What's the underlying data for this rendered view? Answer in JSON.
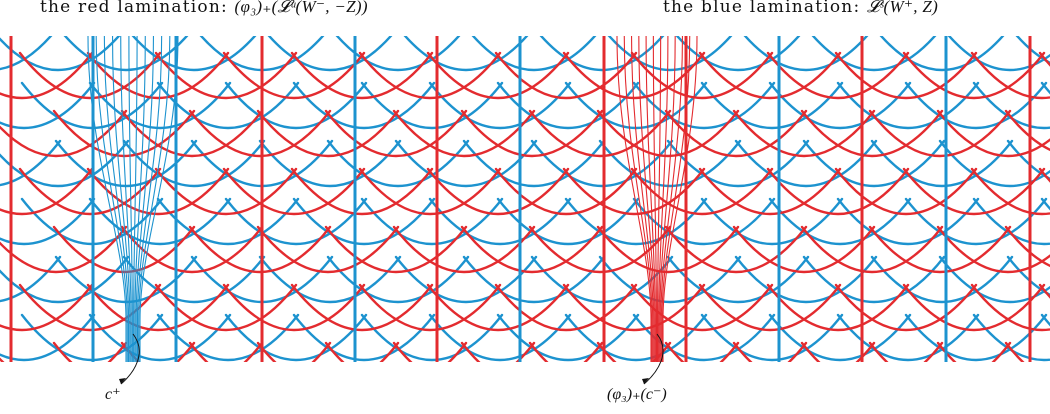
{
  "captions": {
    "red": {
      "lead": "the red lamination:",
      "formula": "(φ₃)₊(𝓛ᵘ(W⁻, −Z))"
    },
    "blue": {
      "lead": "the blue lamination:",
      "formula": "𝓛ˢ(W⁺, Z)"
    }
  },
  "labels": {
    "left_curve": "c⁺",
    "right_curve": "(φ₃)₊(c⁻)"
  },
  "colors": {
    "red": "#e32b2f",
    "blue": "#1d93cf",
    "text": "#111111",
    "background": "#ffffff"
  }
}
